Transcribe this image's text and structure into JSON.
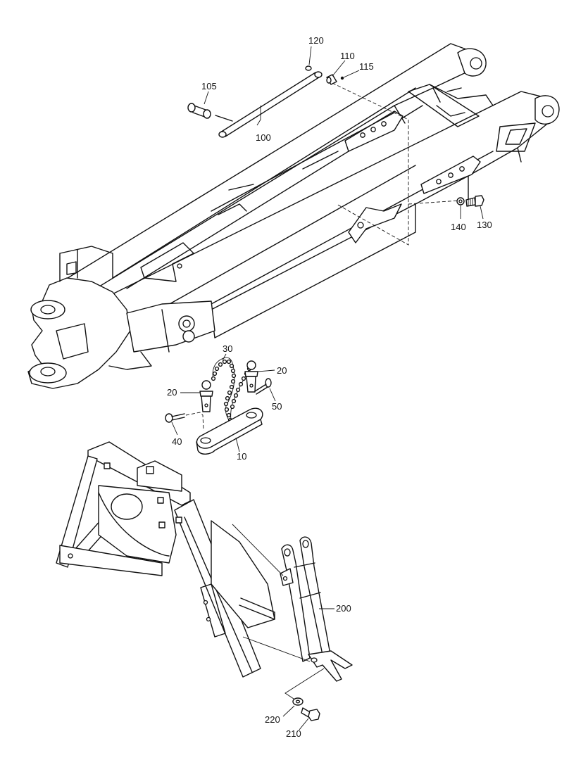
{
  "labels": {
    "p120": "120",
    "p110": "110",
    "p115": "115",
    "p105": "105",
    "p100": "100",
    "p140": "140",
    "p130": "130",
    "p30": "30",
    "p20a": "20",
    "p20b": "20",
    "p50": "50",
    "p40": "40",
    "p10": "10",
    "p200": "200",
    "p220": "220",
    "p210": "210"
  },
  "colors": {
    "line": "#111111",
    "background": "#ffffff"
  }
}
